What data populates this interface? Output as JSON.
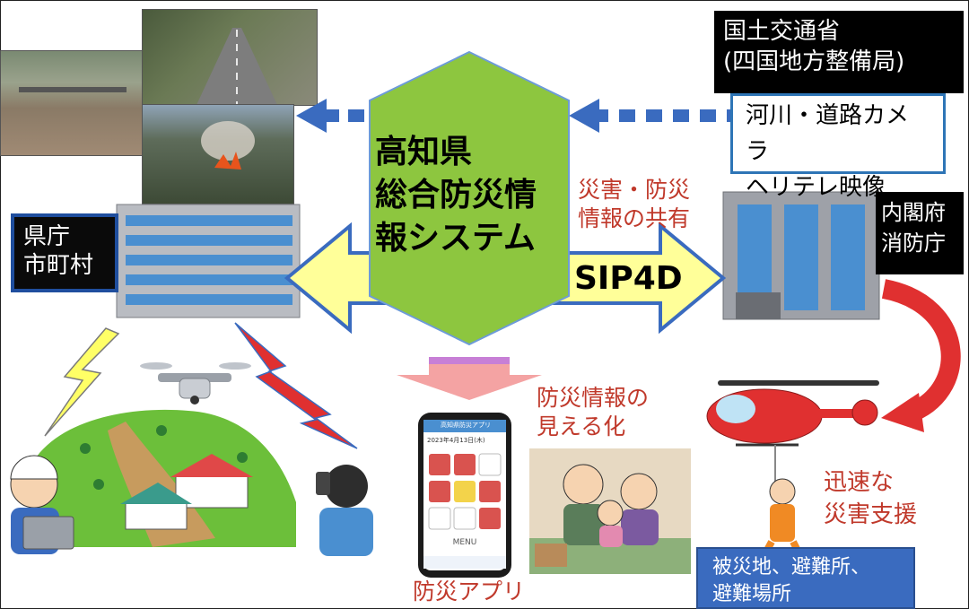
{
  "center": {
    "title_lines": [
      "高知県",
      "総合防災情",
      "報システム"
    ],
    "sip_label": "SIP4D"
  },
  "labels": {
    "mlit_lines": [
      "国土交通省",
      "(四国地方整備局)"
    ],
    "camera_lines": [
      "河川・道路カメラ",
      "ヘリテレ映像"
    ],
    "sharing_lines": [
      "災害・防災",
      "情報の共有"
    ],
    "pref_lines": [
      "県庁",
      "市町村"
    ],
    "cabinet_lines": [
      "内閣府",
      "消防庁"
    ],
    "visualize_lines": [
      "防災情報の",
      "見える化"
    ],
    "support_lines": [
      "迅速な",
      "災害支援"
    ],
    "app_label": "防災アプリ",
    "shelter_lines": [
      "被災地、避難所、",
      "避難場所"
    ]
  },
  "app_screen": {
    "header": "高知県防災アプリ",
    "date": "2023年4月13日(木)",
    "menu": "MENU"
  },
  "colors": {
    "hexagon": "#8dc63f",
    "arrow_fill": "#ffff99",
    "arrow_stroke": "#3a6bbf",
    "down_arrow": "#f4a3a3",
    "dashed_arrow": "#3a6bbf",
    "lightning": "#ffff66",
    "red_bolt": "#e03030",
    "curved_arrow": "#e03030"
  }
}
